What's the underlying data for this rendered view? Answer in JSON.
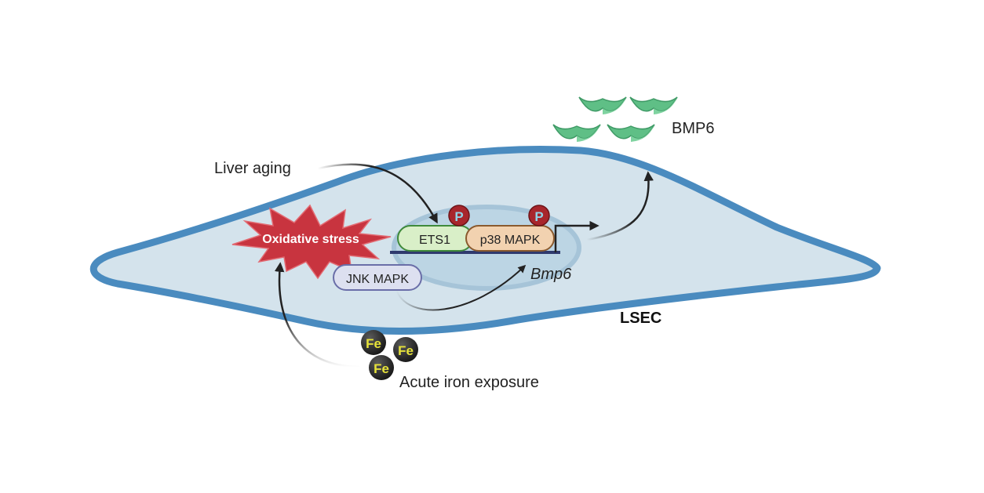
{
  "labels": {
    "liver_aging": "Liver aging",
    "oxidative_stress": "Oxidative stress",
    "ets1": "ETS1",
    "p38_mapk": "p38 MAPK",
    "jnk_mapk": "JNK MAPK",
    "bmp6_gene": "Bmp6",
    "bmp6_protein": "BMP6",
    "lsec": "LSEC",
    "acute_iron_exposure": "Acute iron exposure",
    "phospho": "P",
    "iron": "Fe"
  },
  "colors": {
    "cell_fill": "#d4e3ec",
    "cell_border": "#4a8bbf",
    "nucleus_fill": "#bcd5e4",
    "stress_fill": "#c8343f",
    "ets1_fill": "#d9efc8",
    "ets1_border": "#3f8a3b",
    "p38_fill": "#f2d2b0",
    "p38_border": "#8a5a2e",
    "jnk_fill": "#dde0f0",
    "jnk_border": "#6a6ea8",
    "phospho_fill": "#a8262c",
    "phospho_text": "#8fd3e6",
    "iron_fill": "#2b2b2b",
    "iron_text": "#e6e23a",
    "bmp6_fill": "#5fbf86",
    "dna": "#2f3a6e",
    "arrow": "#222222"
  },
  "icons": {
    "stress": "starburst-icon",
    "phosphorylation": "phospho-circle-icon",
    "iron": "iron-ion-icon",
    "bmp6_protein": "bmp6-dimer-icon"
  }
}
